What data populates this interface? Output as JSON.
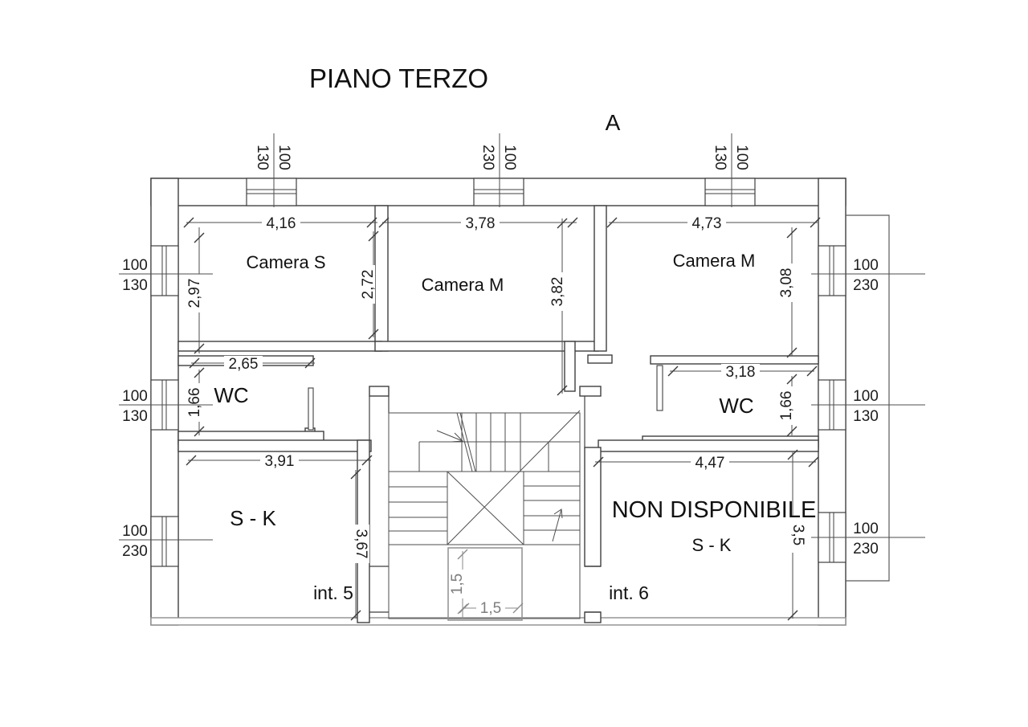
{
  "title": "PIANO TERZO",
  "section_marker": "A",
  "rooms": {
    "camera_s": "Camera S",
    "camera_m_center": "Camera M",
    "camera_m_right": "Camera M",
    "wc_left": "WC",
    "wc_right": "WC",
    "sk_left": "S - K",
    "non_disponibile": "NON DISPONIBILE",
    "sk_right": "S - K",
    "unit_left": "int. 5",
    "unit_right": "int. 6"
  },
  "dimensions": {
    "camera_s_width": "4,16",
    "camera_m_center_width": "3,78",
    "camera_m_right_width": "4,73",
    "camera_s_height": "2,97",
    "camera_m_center_height": "2,72",
    "camera_m_center_depth": "3,82",
    "camera_m_right_height": "3,08",
    "wc_left_width": "2,65",
    "wc_left_height": "1,66",
    "wc_right_width": "3,18",
    "wc_right_height": "1,66",
    "sk_left_width": "3,91",
    "sk_left_height": "3,67",
    "nd_width": "4,47",
    "nd_height": "3,5",
    "lift_height": "1,5",
    "lift_width": "1,5"
  },
  "windows": {
    "top": [
      {
        "num": "100",
        "den": "130"
      },
      {
        "num": "100",
        "den": "230"
      },
      {
        "num": "100",
        "den": "130"
      }
    ],
    "left": [
      {
        "num": "100",
        "den": "130"
      },
      {
        "num": "100",
        "den": "130"
      },
      {
        "num": "100",
        "den": "230"
      }
    ],
    "right": [
      {
        "num": "100",
        "den": "230"
      },
      {
        "num": "100",
        "den": "130"
      },
      {
        "num": "100",
        "den": "230"
      }
    ]
  }
}
